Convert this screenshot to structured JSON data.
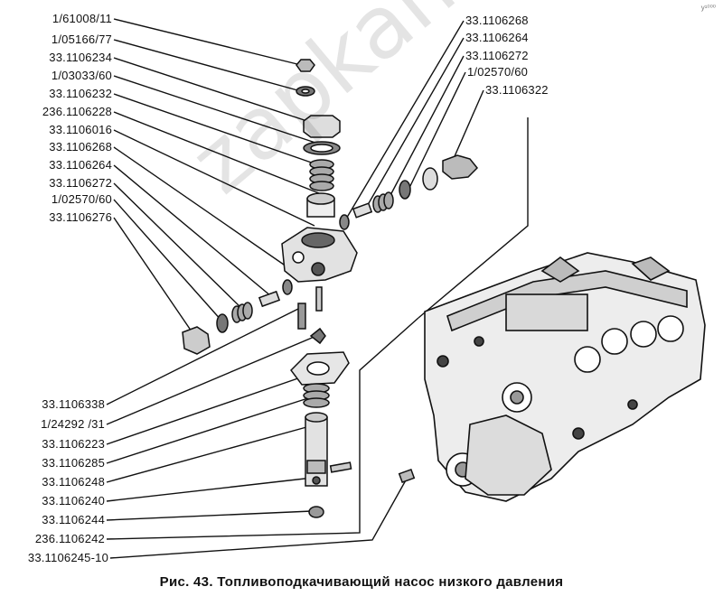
{
  "left_top_labels": [
    "1/61008/11",
    "1/05166/77",
    "33.1106234",
    "1/03033/60",
    "33.1106232",
    "236.1106228",
    "33.1106016",
    "33.1106268",
    "33.1106264",
    "33.1106272",
    "1/02570/60",
    "33.1106276"
  ],
  "right_top_labels": [
    "33.1106268",
    "33.1106264",
    "33.1106272",
    "1/02570/60",
    "33.1106322"
  ],
  "left_bottom_labels": [
    "33.1106338",
    "1/24292 /31",
    "33.1106223",
    "33.1106285",
    "33.1106248",
    "33.1106240",
    "33.1106244",
    "236.1106242",
    "33.1106245-10"
  ],
  "caption": "Рис. 43. Топливоподкачивающий насос низкого давления",
  "watermark": "zapkam.ru",
  "corner_mark": "y¹⁰⁰⁰"
}
